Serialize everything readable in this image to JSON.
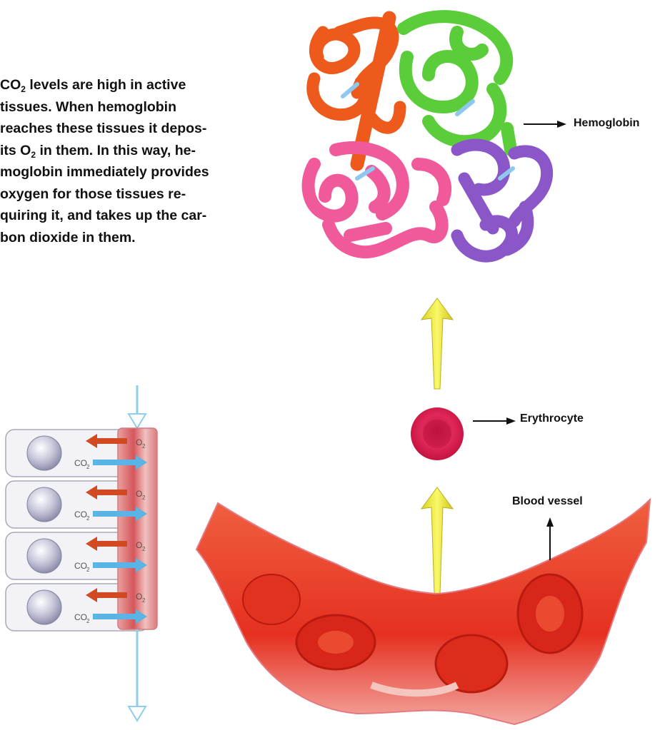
{
  "caption": {
    "lines": [
      {
        "pre": "CO",
        "sub": "2",
        "post": " levels are high in active"
      },
      {
        "pre": "tissues. When hemoglobin",
        "sub": "",
        "post": ""
      },
      {
        "pre": "reaches these tissues it depos-",
        "sub": "",
        "post": ""
      },
      {
        "pre": "its O",
        "sub": "2",
        "post": " in them. In this way, he-"
      },
      {
        "pre": "moglobin immediately provides",
        "sub": "",
        "post": ""
      },
      {
        "pre": "oxygen for those tissues re-",
        "sub": "",
        "post": ""
      },
      {
        "pre": "quiring it, and takes up the car-",
        "sub": "",
        "post": ""
      },
      {
        "pre": "bon dioxide in them.",
        "sub": "",
        "post": ""
      }
    ]
  },
  "labels": {
    "hemoglobin": "Hemoglobin",
    "erythrocyte": "Erythrocyte",
    "blood_vessel": "Blood vessel"
  },
  "cell_diagram": {
    "o2_label": "O",
    "co2_label": "CO",
    "subscript": "2"
  },
  "colors": {
    "hemoglobin_orange": "#ee5a1c",
    "hemoglobin_green": "#5ccd3a",
    "hemoglobin_pink": "#f05a9b",
    "hemoglobin_purple": "#8a56c8",
    "erythrocyte": "#d81a4a",
    "vessel_red": "#e33b1f",
    "arrow_yellow": "#f4ee3c",
    "o2_arrow": "#d24a22",
    "co2_arrow": "#5ab4e6"
  }
}
